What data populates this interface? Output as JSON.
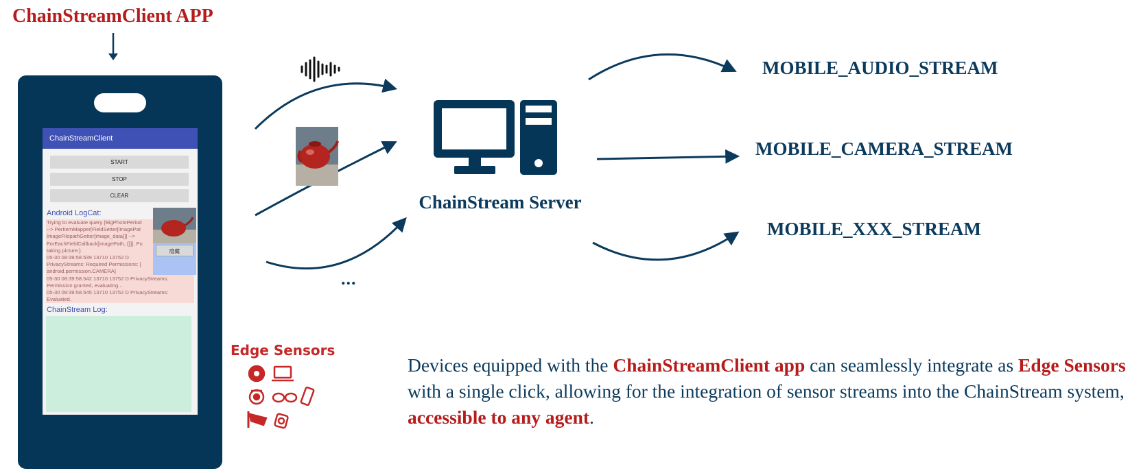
{
  "app_title": "ChainStreamClient APP",
  "phone_app": {
    "appbar_title": "ChainStreamClient",
    "buttons": {
      "start": "START",
      "stop": "STOP",
      "clear": "CLEAR"
    },
    "logcat_label": "Android LogCat:",
    "logcat_lines": [
      "Trying to evaluate query {BigPhotoPeriod",
      "--> PerItemMapper[FieldSetter[imagePat",
      "ImageFilepathGetter[image_data]]] -->",
      "ForEachFieldCallback[imagePath, {}]]. Pu",
      "taking picture.}",
      "05-30 08:39:58.539 13710 13752 D",
      "PrivacyStreams: Required Permissions: [",
      "android.permission.CAMERA]",
      "05-30 08:39:58.542 13710 13752 D PrivacyStreams:",
      "Permission granted, evaluating...",
      "05-30 08:39:58.545 13710 13752 D PrivacyStreams:",
      "Evaluated."
    ],
    "chainstream_log_label": "ChainStream Log:",
    "overlay_button": "隐藏"
  },
  "server_label": "ChainStream Server",
  "ellipsis": "...",
  "streams": {
    "audio": "MOBILE_AUDIO_STREAM",
    "camera": "MOBILE_CAMERA_STREAM",
    "xxx": "MOBILE_XXX_STREAM"
  },
  "edge_sensors_label": "Edge Sensors",
  "description": {
    "p1": "Devices equipped with the ",
    "h1": "ChainStreamClient app",
    "p2": " can seamlessly integrate as ",
    "h2": "Edge Sensors",
    "p3": " with a single click, allowing for the integration of sensor streams into the ChainStream system, ",
    "h3": "accessible to any agent",
    "p4": "."
  },
  "icons": {
    "arrow-down": "arrow-down-icon",
    "audio-wave": "audio-wave-icon",
    "teapot-photo": "teapot-photo",
    "computer": "computer-icon",
    "sensors": [
      "record-icon",
      "laptop-icon",
      "webcam-icon",
      "glasses-icon",
      "phone-icon",
      "security-camera-icon",
      "smartwatch-icon"
    ]
  },
  "colors": {
    "navy": "#053658",
    "red": "#b71c1c",
    "appbar": "#3f51b5",
    "logcat": "#f7d9d6",
    "chainlog": "#cceedd"
  }
}
